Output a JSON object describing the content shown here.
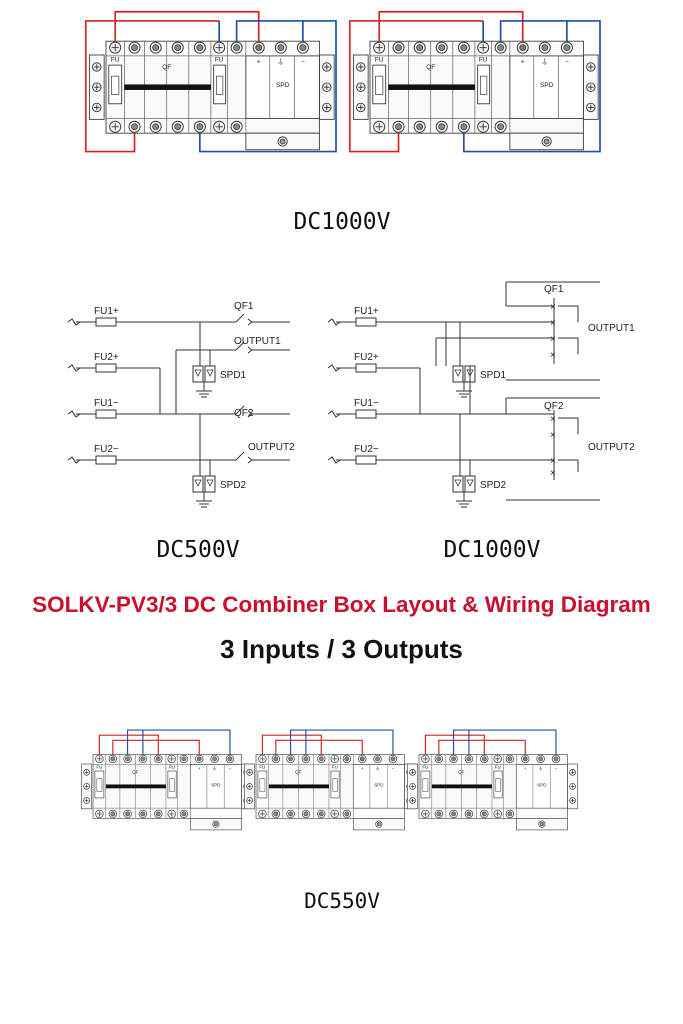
{
  "title": "SOLKV-PV3/3 DC Combiner Box Layout & Wiring Diagram",
  "subtitle": "3 Inputs / 3 Outputs",
  "colors": {
    "title_red": "#c8102e",
    "wire_red": "#d42020",
    "wire_blue": "#1f4fa8",
    "line": "#333333"
  },
  "module": {
    "fu": "FU",
    "qf": "QF",
    "spd": "SPD",
    "plus": "+",
    "minus": "−",
    "ground": "⏚"
  },
  "sections": {
    "top_label": "DC1000V",
    "dc500_label": "DC500V",
    "dc1000_schematic_label": "DC1000V",
    "bottom_label": "DC550V"
  },
  "schematic": {
    "inputs": [
      "FU1+",
      "FU2+",
      "FU1−",
      "FU2−"
    ],
    "qf1": "QF1",
    "qf2": "QF2",
    "out1": "OUTPUT1",
    "out2": "OUTPUT2",
    "spd1": "SPD1",
    "spd2": "SPD2"
  }
}
